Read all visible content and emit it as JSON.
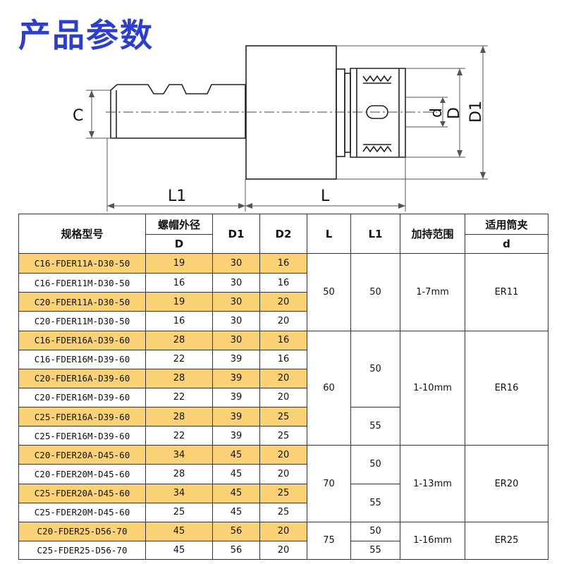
{
  "title": "产品参数",
  "drawing": {
    "labels": {
      "C": "C",
      "d": "d",
      "D": "D",
      "D1": "D1",
      "L1": "L1",
      "L": "L"
    }
  },
  "table": {
    "headers": {
      "model": "规格型号",
      "nut_od": "螺帽外径",
      "nut_od_sub": "D",
      "d1": "D1",
      "d2": "D2",
      "l": "L",
      "l1": "L1",
      "clamp_range": "加持范围",
      "collet": "适用筒夹",
      "collet_sub": "d"
    },
    "rows": [
      {
        "model": "C16-FDER11A-D30-50",
        "nut_od": "19",
        "d1": "30",
        "d2": "16"
      },
      {
        "model": "C16-FDER11M-D30-50",
        "nut_od": "16",
        "d1": "30",
        "d2": "16"
      },
      {
        "model": "C20-FDER11A-D30-50",
        "nut_od": "19",
        "d1": "30",
        "d2": "20"
      },
      {
        "model": "C20-FDER11M-D30-50",
        "nut_od": "16",
        "d1": "30",
        "d2": "20"
      },
      {
        "model": "C16-FDER16A-D39-60",
        "nut_od": "28",
        "d1": "30",
        "d2": "16"
      },
      {
        "model": "C16-FDER16M-D39-60",
        "nut_od": "22",
        "d1": "39",
        "d2": "16"
      },
      {
        "model": "C20-FDER16A-D39-60",
        "nut_od": "28",
        "d1": "39",
        "d2": "20"
      },
      {
        "model": "C20-FDER16M-D39-60",
        "nut_od": "22",
        "d1": "39",
        "d2": "20"
      },
      {
        "model": "C25-FDER16A-D39-60",
        "nut_od": "28",
        "d1": "39",
        "d2": "25"
      },
      {
        "model": "C25-FDER16M-D39-60",
        "nut_od": "22",
        "d1": "39",
        "d2": "25"
      },
      {
        "model": "C20-FDER20A-D45-60",
        "nut_od": "34",
        "d1": "45",
        "d2": "20"
      },
      {
        "model": "C20-FDER20M-D45-60",
        "nut_od": "28",
        "d1": "45",
        "d2": "20"
      },
      {
        "model": "C25-FDER20A-D45-60",
        "nut_od": "34",
        "d1": "45",
        "d2": "25"
      },
      {
        "model": "C25-FDER20M-D45-60",
        "nut_od": "25",
        "d1": "45",
        "d2": "25"
      },
      {
        "model": "C20-FDER25-D56-70",
        "nut_od": "45",
        "d1": "56",
        "d2": "20"
      },
      {
        "model": "C25-FDER25-D56-70",
        "nut_od": "45",
        "d1": "56",
        "d2": "20"
      }
    ],
    "groups": [
      {
        "l": "50",
        "l1": [
          "50"
        ],
        "clamp_range": "1-7mm",
        "collet": "ER11"
      },
      {
        "l": "60",
        "l1": [
          "50",
          "55"
        ],
        "clamp_range": "1-10mm",
        "collet": "ER16"
      },
      {
        "l": "70",
        "l1": [
          "50",
          "55"
        ],
        "clamp_range": "1-13mm",
        "collet": "ER20"
      },
      {
        "l": "75",
        "l1": [
          "50",
          "55"
        ],
        "clamp_range": "1-16mm",
        "collet": "ER25"
      }
    ]
  },
  "colors": {
    "title": "#2d3ec9",
    "highlight": "#fbd176",
    "line": "#333333"
  }
}
